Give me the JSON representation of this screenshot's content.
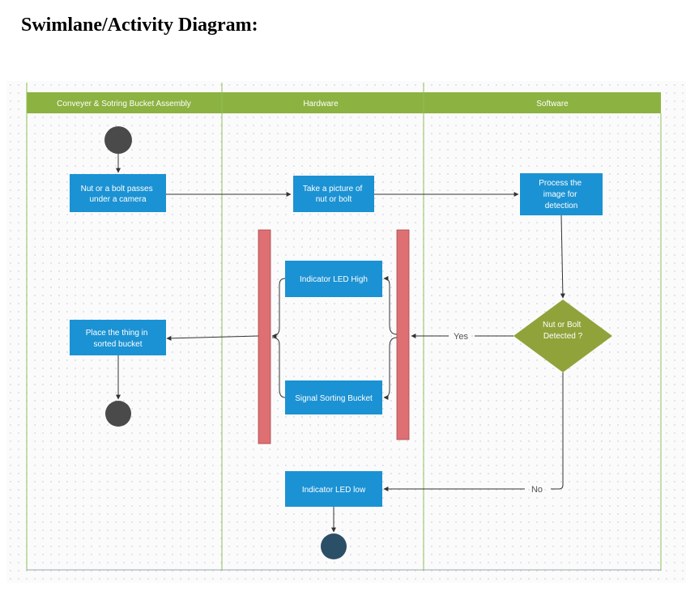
{
  "title": "Swimlane/Activity Diagram:",
  "colors": {
    "lane_header": "#8cb241",
    "action_box": "#1b92d3",
    "decision": "#8fa33a",
    "sync_bar": "#de6f73",
    "start_node": "#4a4a4a",
    "end_node_left": "#4a4a4a",
    "end_node_center": "#2c4f68",
    "lane_border": "#8fbf5a"
  },
  "lanes": [
    {
      "label": "Conveyer & Sotring Bucket Assembly"
    },
    {
      "label": "Hardware"
    },
    {
      "label": "Software"
    }
  ],
  "nodes": {
    "start": {
      "kind": "initial-node"
    },
    "nut_passes": {
      "lines": [
        "Nut or a bolt passes",
        "under a  camera"
      ]
    },
    "take_picture": {
      "lines": [
        "Take a picture of",
        "nut or bolt"
      ]
    },
    "process_image": {
      "lines": [
        "Process the",
        "image for",
        "detection"
      ]
    },
    "decision": {
      "lines": [
        "Nut or Bolt",
        "Detected ?"
      ]
    },
    "led_high": {
      "lines": [
        "Indicator LED High"
      ]
    },
    "signal_bucket": {
      "lines": [
        "Signal Sorting Bucket"
      ]
    },
    "place_thing": {
      "lines": [
        "Place the thing in",
        "sorted bucket"
      ]
    },
    "led_low": {
      "lines": [
        "Indicator LED low"
      ]
    },
    "end_left": {
      "kind": "final-node"
    },
    "end_center": {
      "kind": "final-node"
    }
  },
  "edge_labels": {
    "yes": "Yes",
    "no": "No"
  }
}
